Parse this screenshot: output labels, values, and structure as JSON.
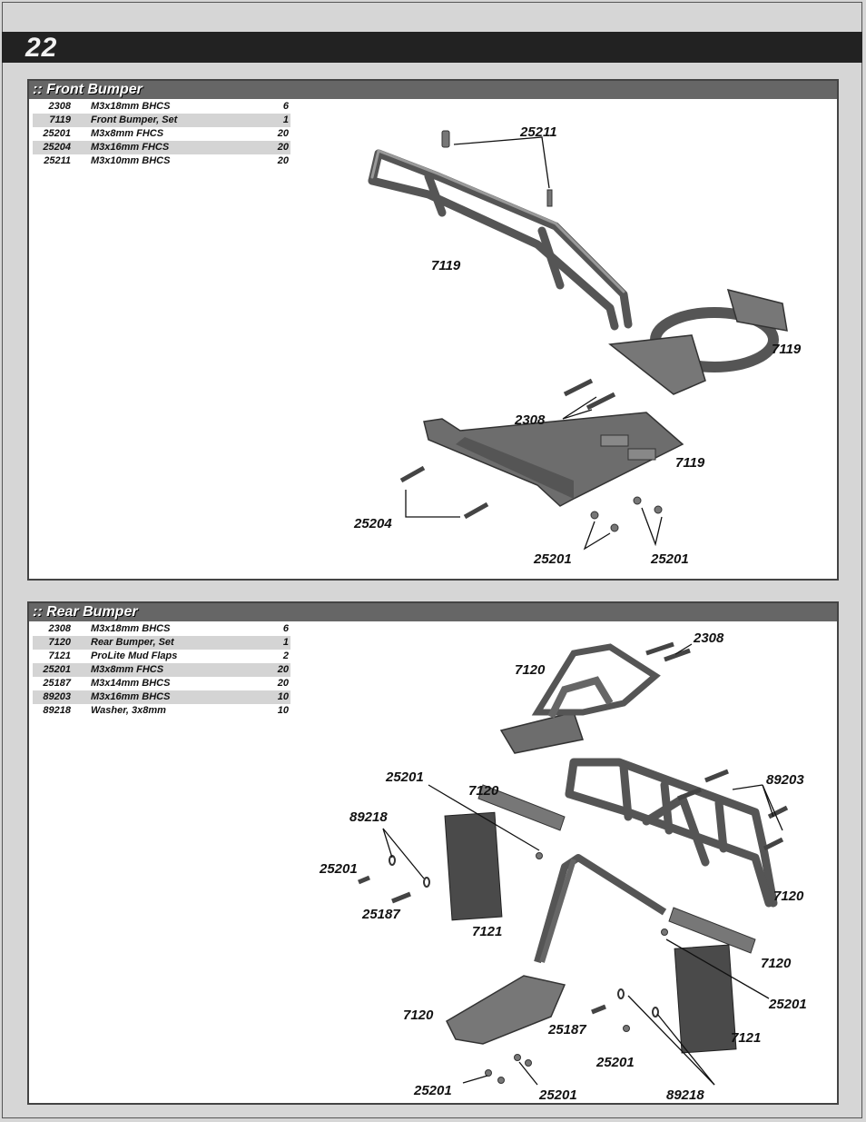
{
  "page_number": "22",
  "front": {
    "title": ":: Front Bumper",
    "parts": [
      {
        "num": "2308",
        "desc": "M3x18mm BHCS",
        "qty": "6"
      },
      {
        "num": "7119",
        "desc": "Front Bumper, Set",
        "qty": "1"
      },
      {
        "num": "25201",
        "desc": "M3x8mm FHCS",
        "qty": "20"
      },
      {
        "num": "25204",
        "desc": "M3x16mm FHCS",
        "qty": "20"
      },
      {
        "num": "25211",
        "desc": "M3x10mm BHCS",
        "qty": "20"
      }
    ],
    "callouts": [
      "25211",
      "7119",
      "7119",
      "2308",
      "7119",
      "25204",
      "25201",
      "25201"
    ]
  },
  "rear": {
    "title": ":: Rear Bumper",
    "parts": [
      {
        "num": "2308",
        "desc": "M3x18mm BHCS",
        "qty": "6"
      },
      {
        "num": "7120",
        "desc": "Rear Bumper, Set",
        "qty": "1"
      },
      {
        "num": "7121",
        "desc": "ProLite Mud Flaps",
        "qty": "2"
      },
      {
        "num": "25201",
        "desc": "M3x8mm FHCS",
        "qty": "20"
      },
      {
        "num": "25187",
        "desc": "M3x14mm BHCS",
        "qty": "20"
      },
      {
        "num": "89203",
        "desc": "M3x16mm BHCS",
        "qty": "10"
      },
      {
        "num": "89218",
        "desc": "Washer, 3x8mm",
        "qty": "10"
      }
    ],
    "callouts": [
      "2308",
      "7120",
      "25201",
      "7120",
      "89203",
      "89218",
      "25201",
      "25187",
      "7121",
      "7120",
      "7120",
      "7120",
      "25201",
      "25187",
      "7121",
      "25201",
      "89218",
      "25201",
      "25201"
    ]
  }
}
